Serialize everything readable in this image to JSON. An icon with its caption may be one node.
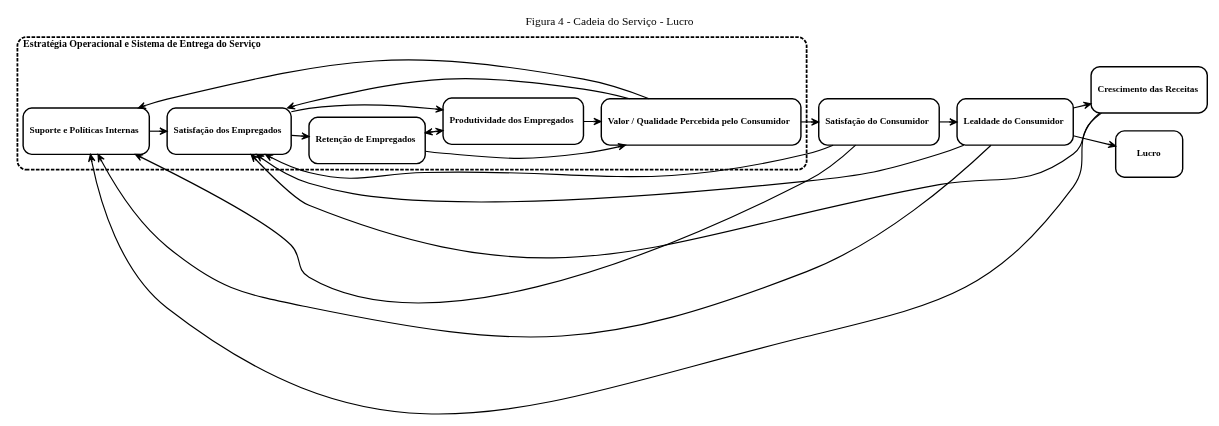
{
  "diagram": {
    "title": "Figura 4 - Cadeia do Serviço - Lucro",
    "nodes": [
      {
        "text": [
          "Estratégia Operacional e Sistema de Entrega do Serviço"
        ]
      },
      {
        "text": [
          "Suporte e Políticas Internas"
        ],
        "in": 0
      },
      {
        "text": [
          "Satisfação dos Empregados"
        ],
        "in": 0
      },
      {
        "text": [
          "Retenção de Empregados"
        ],
        "in": 0
      },
      {
        "text": [
          "Produtividade dos Empregados"
        ],
        "in": 0
      },
      {
        "text": [
          "Valor / Qualidade Percebida pelo Consumidor"
        ],
        "in": 0
      },
      {
        "text": [
          "Satisfação do Consumidor"
        ]
      },
      {
        "text": [
          "Lealdade do Consumidor"
        ]
      },
      {
        "text": [
          "Crescimento das Receitas"
        ]
      },
      {
        "text": [
          "Lucro"
        ]
      }
    ],
    "edges": [
      {
        "from": 1,
        "to": 2,
        "arrow": "to"
      },
      {
        "from": 2,
        "to": 3,
        "arrow": "to"
      },
      {
        "from": 2,
        "to": 4,
        "arrow": "to"
      },
      {
        "from": 3,
        "to": 4,
        "arrow": "both"
      },
      {
        "from": 3,
        "to": 5,
        "arrow": "to"
      },
      {
        "from": 4,
        "to": 5,
        "arrow": "to"
      },
      {
        "from": 5,
        "to": 6,
        "arrow": "to"
      },
      {
        "from": 6,
        "to": 7,
        "arrow": "to"
      },
      {
        "from": 7,
        "to": 8,
        "arrow": "to"
      },
      {
        "from": 7,
        "to": 9,
        "arrow": "to"
      },
      {
        "from": 5,
        "to": 1,
        "arrow": "to"
      },
      {
        "from": 5,
        "to": 2,
        "arrow": "to"
      },
      {
        "from": 6,
        "to": 1,
        "arrow": "to"
      },
      {
        "from": 6,
        "to": 2,
        "arrow": "to"
      },
      {
        "from": 7,
        "to": 1,
        "arrow": "to"
      },
      {
        "from": 7,
        "to": 2,
        "arrow": "to"
      },
      {
        "from": 8,
        "to": 1,
        "arrow": "to"
      },
      {
        "from": 8,
        "to": 2,
        "arrow": "to"
      }
    ]
  }
}
